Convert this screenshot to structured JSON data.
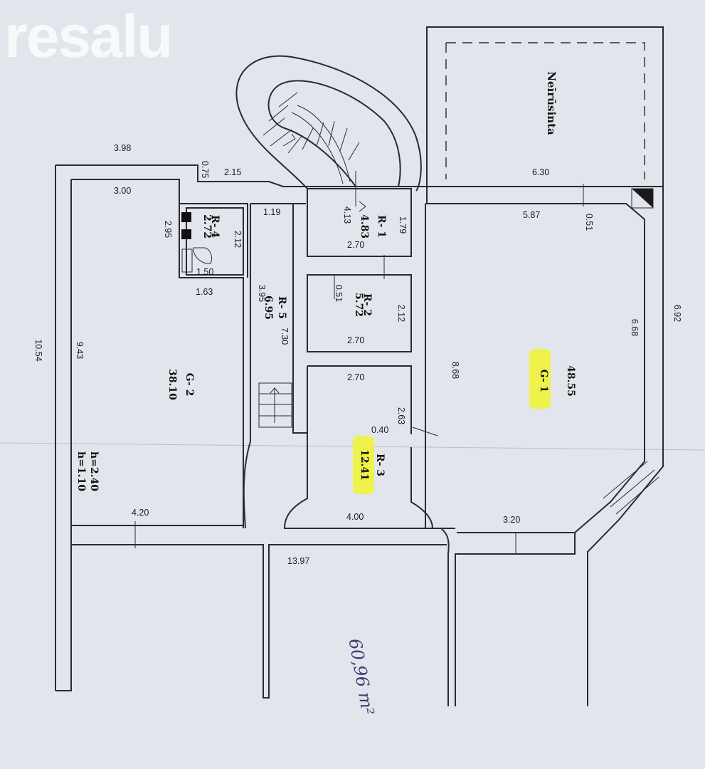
{
  "logo": "resalu",
  "neirusinta": "Neīrūsinta",
  "handwritten_total": "60,96 m²",
  "rooms": {
    "g1": {
      "code": "G- 1",
      "area": "48.55"
    },
    "g2": {
      "code": "G- 2",
      "area": "38.10",
      "h1": "h=2.40",
      "h2": "h=1.10"
    },
    "r1": {
      "code": "R- 1",
      "area": "4.83"
    },
    "r2": {
      "code": "R- 2",
      "area": "5.72"
    },
    "r3": {
      "code": "R- 3",
      "area": "12.41"
    },
    "r4": {
      "code": "R- 4",
      "area": "2.72"
    },
    "r5": {
      "code": "R- 5",
      "area": "6.95"
    }
  },
  "dims": {
    "d398": "3.98",
    "d075": "0.75",
    "d215": "2.15",
    "d300": "3.00",
    "d295": "2.95",
    "d212": "2.12",
    "d119": "1.19",
    "d413": "4.13",
    "d179": "1.79",
    "d270a": "2.70",
    "d150": "1.50",
    "d163": "1.63",
    "d395": "3.95",
    "d730": "7.30",
    "d051a": "0.51",
    "d212b": "2.12",
    "d270b": "2.70",
    "d1054": "10.54",
    "d943": "9.43",
    "d270c": "2.70",
    "d263": "2.63",
    "d040": "0.40",
    "d420": "4.20",
    "d400": "4.00",
    "d1397": "13.97",
    "d868": "8.68",
    "d630": "6.30",
    "d587": "5.87",
    "d051b": "0.51",
    "d668": "6.68",
    "d692": "6.92",
    "d320": "3.20"
  },
  "colors": {
    "highlight": "#eef24a",
    "line": "#2a2a30",
    "paper": "#e6e8ee"
  }
}
